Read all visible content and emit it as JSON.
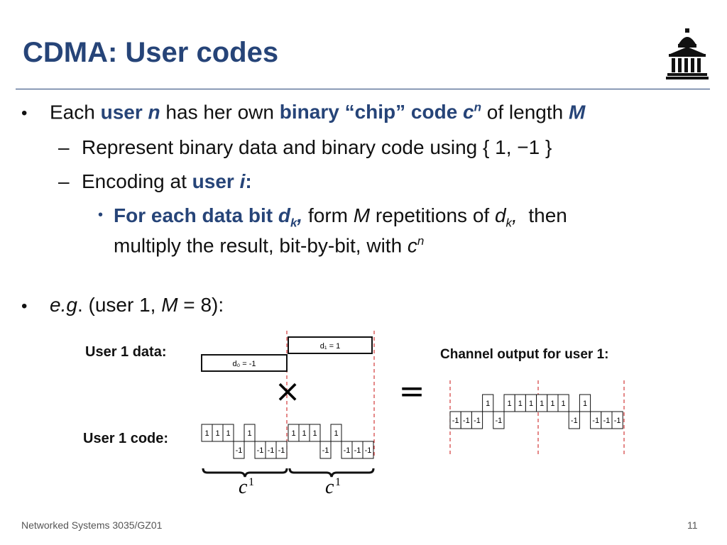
{
  "slide": {
    "title": "CDMA: User codes",
    "bullets": {
      "b1": {
        "each": "Each ",
        "user": "user ",
        "n": "n",
        "has": " has her own ",
        "binary_chip": "binary “chip” code ",
        "c": "c",
        "sup_n": "n",
        "of_length": " of length ",
        "M": "M"
      },
      "b1a": "Represent binary data and binary code using { 1, −1 }",
      "b1b": {
        "encoding_at": "Encoding at ",
        "user": "user ",
        "i": "i",
        "colon": ":"
      },
      "b1b1": {
        "for_each": "For each data bit ",
        "d": "d",
        "sub_k": "k",
        "comma": ",",
        "form": " form ",
        "M": "M",
        "repetitions": " repetitions of ",
        "d2": "d",
        "sub_k2": "k",
        "comma2": ",",
        "then": "  then",
        "line2": "multiply the result, bit-by-bit, with ",
        "c": "c",
        "sup_n": "n"
      },
      "b2": {
        "eg": "e.g",
        "rest": ". (user 1, ",
        "M": "M",
        "eq": " = 8):"
      }
    },
    "diagram": {
      "user1_data_label": "User 1 data:",
      "user1_code_label": "User 1 code:",
      "channel_output_label": "Channel output for user 1:",
      "d1_label": "d₁ = 1",
      "d0_label": "d₀ = -1",
      "times_symbol": "×",
      "equals_symbol": "=",
      "code_chips": [
        1,
        1,
        1,
        -1,
        1,
        -1,
        -1,
        -1
      ],
      "output_chips": [
        -1,
        -1,
        -1,
        1,
        -1,
        1,
        1,
        1,
        1,
        1,
        1,
        -1,
        1,
        -1,
        -1,
        -1
      ],
      "brace_label_c": "c",
      "brace_label_sup": "1"
    },
    "footer": {
      "course": "Networked Systems 3035/GZ01",
      "page_number": "11"
    },
    "colors": {
      "title_blue": "#264478",
      "dashed_red": "#d23a3a"
    }
  }
}
